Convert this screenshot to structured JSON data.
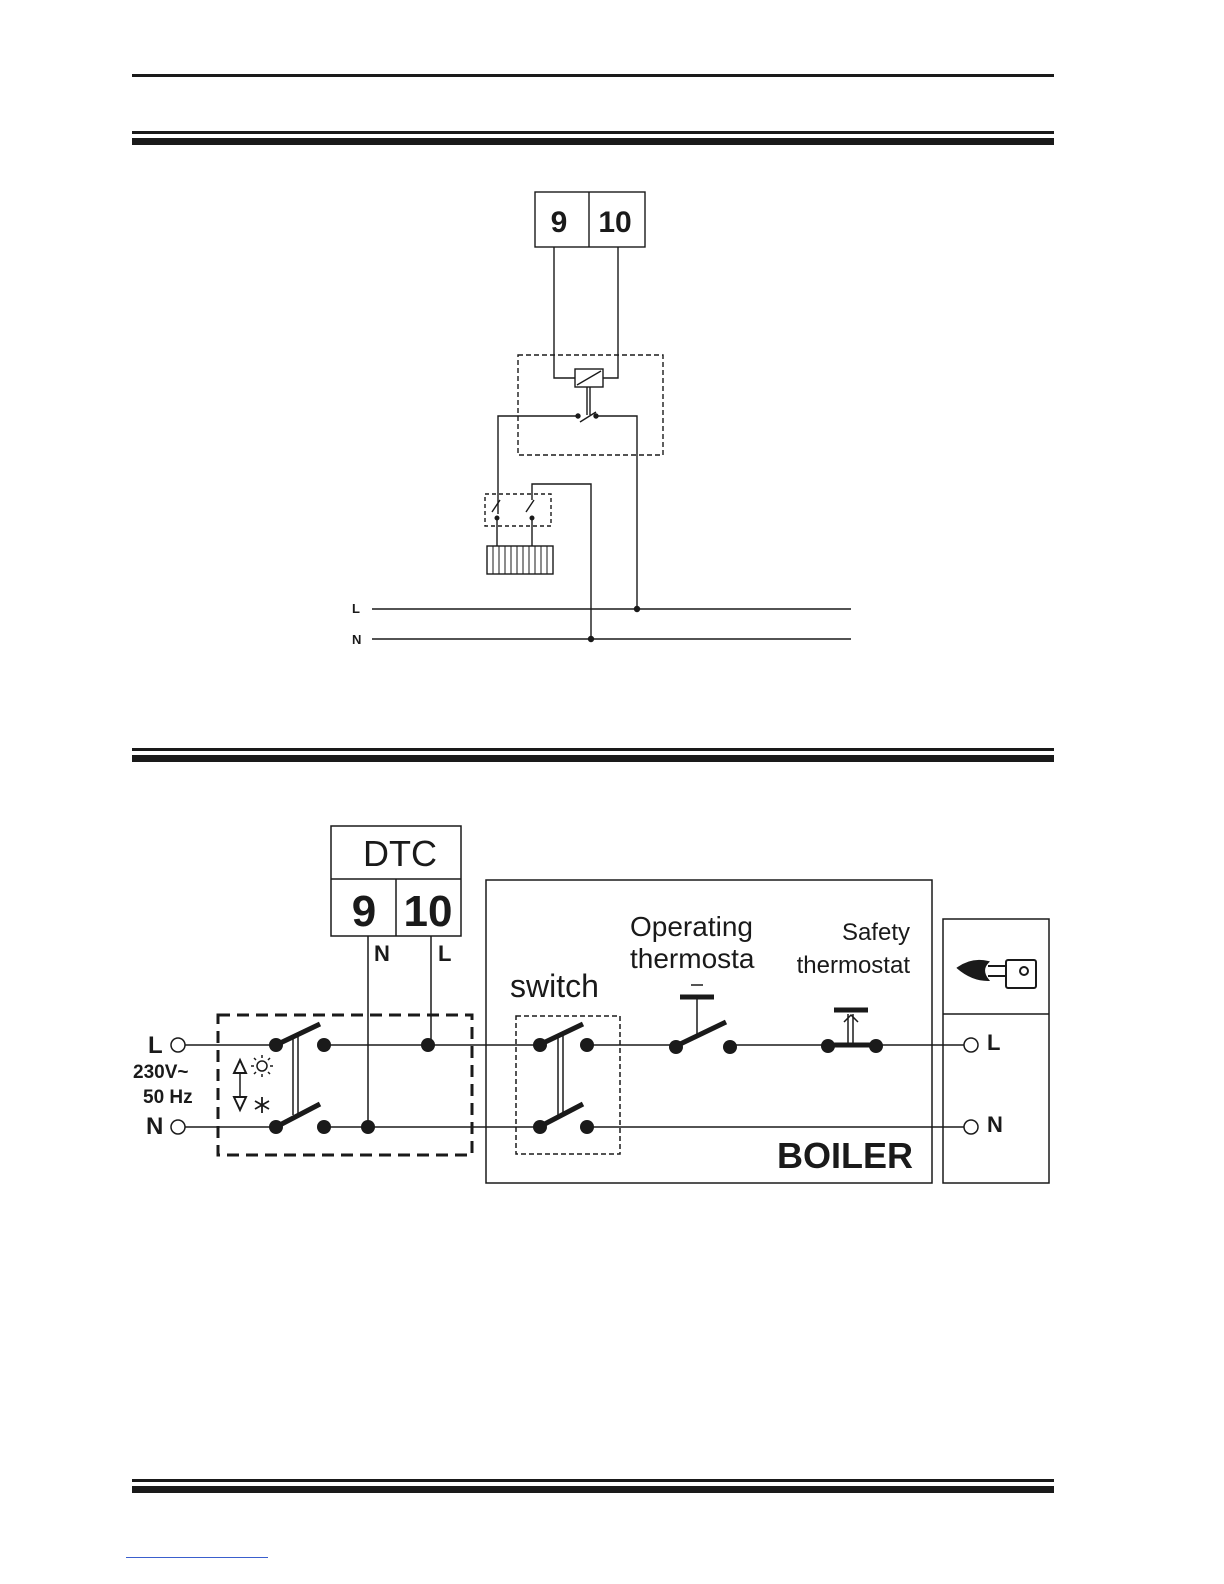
{
  "diagram1": {
    "terminal_left": "9",
    "terminal_right": "10",
    "line_L": "L",
    "line_N": "N"
  },
  "diagram2": {
    "dtc_title": "DTC",
    "terminal_left": "9",
    "terminal_right": "10",
    "terminal_left_wire": "N",
    "terminal_right_wire": "L",
    "supply_L": "L",
    "supply_voltage": "230V~",
    "supply_freq": "50 Hz",
    "supply_N": "N",
    "switch_label": "switch",
    "operating_label_line1": "Operating",
    "operating_label_line2": "thermosta",
    "safety_label_line1": "Safety",
    "safety_label_line2": "thermostat",
    "boiler_label": "BOILER",
    "burner_L": "L",
    "burner_N": "N"
  },
  "icons": {
    "sun": "sun-icon",
    "snowflake": "snowflake-icon",
    "burner": "burner-flame-icon"
  }
}
